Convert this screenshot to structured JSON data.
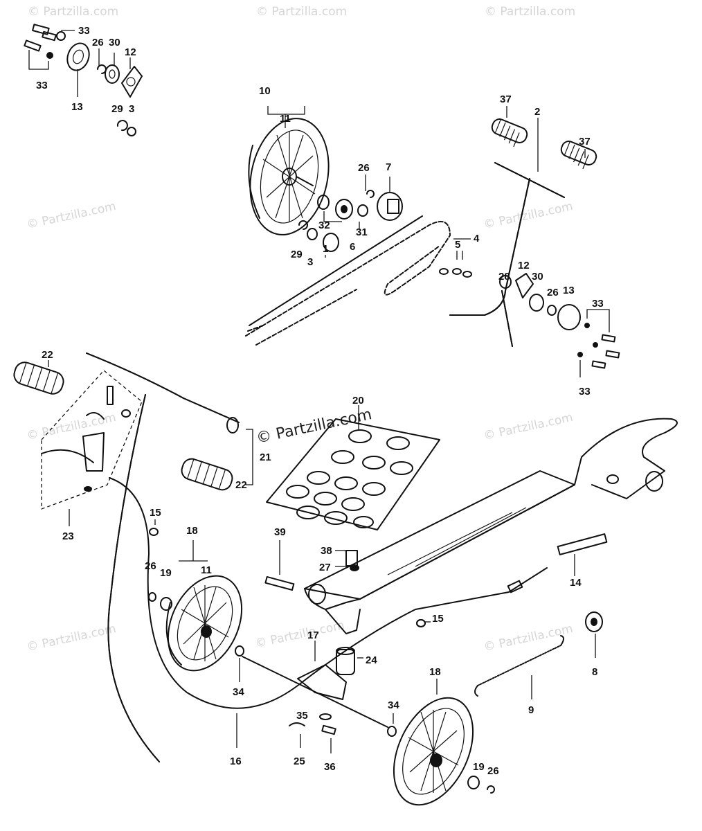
{
  "watermarks": {
    "brand": "© Partzilla.com",
    "center": "© Partzilla.com"
  },
  "callouts": {
    "p1": "1",
    "p2": "2",
    "p3": "3",
    "p4": "4",
    "p5": "5",
    "p6": "6",
    "p7": "7",
    "p8": "8",
    "p9": "9",
    "p10": "10",
    "p11": "11",
    "p12": "12",
    "p13": "13",
    "p14": "14",
    "p15": "15",
    "p16": "16",
    "p17": "17",
    "p18": "18",
    "p19": "19",
    "p20": "20",
    "p21": "21",
    "p22": "22",
    "p23": "23",
    "p24": "24",
    "p25": "25",
    "p26": "26",
    "p27": "27",
    "p28": "28",
    "p29": "29",
    "p30": "30",
    "p31": "31",
    "p32": "32",
    "p33": "33",
    "p34": "34",
    "p35": "35",
    "p36": "36",
    "p37": "37",
    "p38": "38",
    "p39": "39"
  }
}
